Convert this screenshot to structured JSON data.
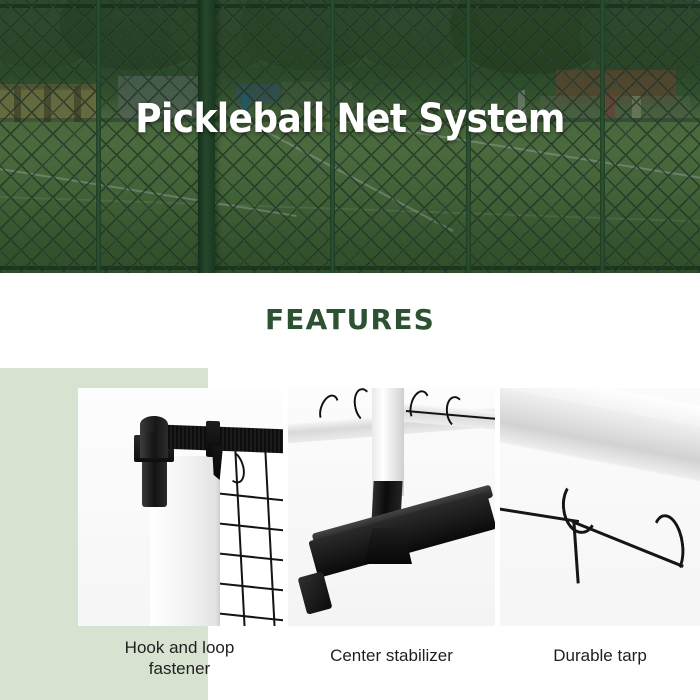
{
  "hero": {
    "title": "Pickleball Net System",
    "scene": "outdoor sports court photographed through a dark green chain-link fence",
    "title_color": "#ffffff",
    "overlay_color": "#16301c"
  },
  "features_section": {
    "heading": "FEATURES",
    "heading_color": "#2c5133",
    "accent_block_color": "#d8e2d1",
    "panels": [
      {
        "caption": "Hook and loop fastener",
        "caption_line_1": "Hook and loop",
        "caption_line_2": "fastener",
        "image_alt": "Close-up of black post cap with black hook-and-loop strap securing white net tape"
      },
      {
        "caption": "Center stabilizer",
        "caption_line_1": "Center stabilizer",
        "caption_line_2": "",
        "image_alt": "Close-up of black T-shaped center stabilizer base under the net post"
      },
      {
        "caption": "Durable tarp",
        "caption_line_1": "Durable tarp",
        "caption_line_2": "",
        "image_alt": "Close-up of white durable tarp headband with black net cords"
      }
    ]
  }
}
